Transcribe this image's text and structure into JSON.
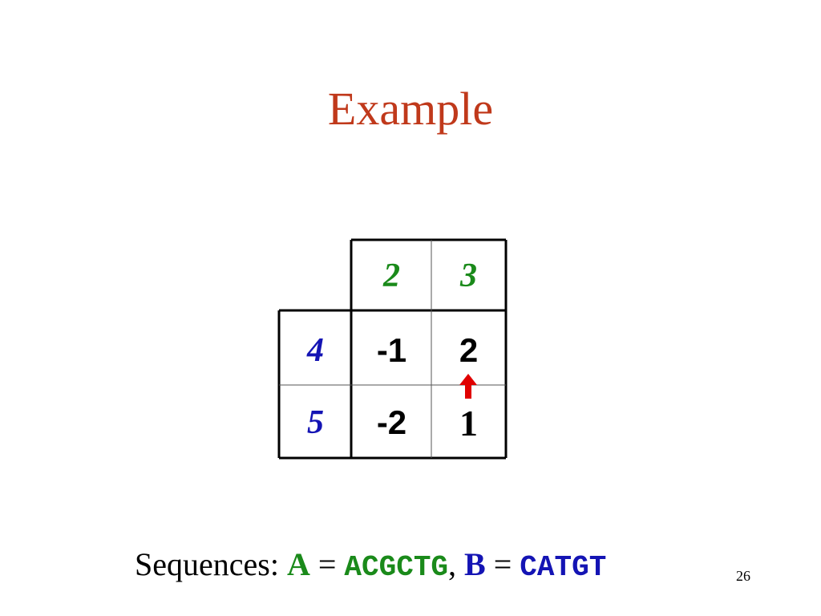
{
  "slide": {
    "title": "Example",
    "page_number": "26"
  },
  "table": {
    "column_headers": [
      "2",
      "3"
    ],
    "row_headers": [
      "4",
      "5"
    ],
    "cells": [
      [
        "-1",
        "2"
      ],
      [
        "-2",
        "1"
      ]
    ],
    "colors": {
      "column_header": "#1a8a1a",
      "row_header": "#1414b4",
      "arrow": "#e00000"
    },
    "arrow_icon": "up-arrow-icon"
  },
  "footer": {
    "prefix": "Sequences: ",
    "a_label": "A",
    "equals_a": " = ",
    "a_value": "ACGCTG",
    "separator": ", ",
    "b_label": "B",
    "equals_b": " = ",
    "b_value": "CATGT"
  }
}
